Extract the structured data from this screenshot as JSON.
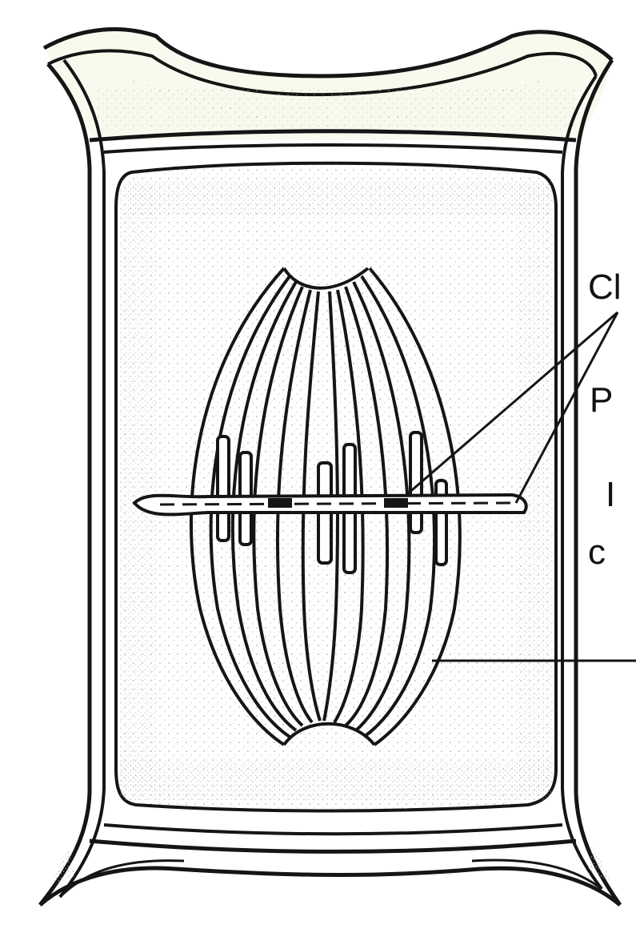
{
  "figure": {
    "labels": [
      "Cl",
      "P",
      "I",
      "c"
    ]
  },
  "colors": {
    "ink": "#151515",
    "stipple": "#b5b5b5",
    "wall_shade": "#faf9ee",
    "background": "#ffffff"
  }
}
